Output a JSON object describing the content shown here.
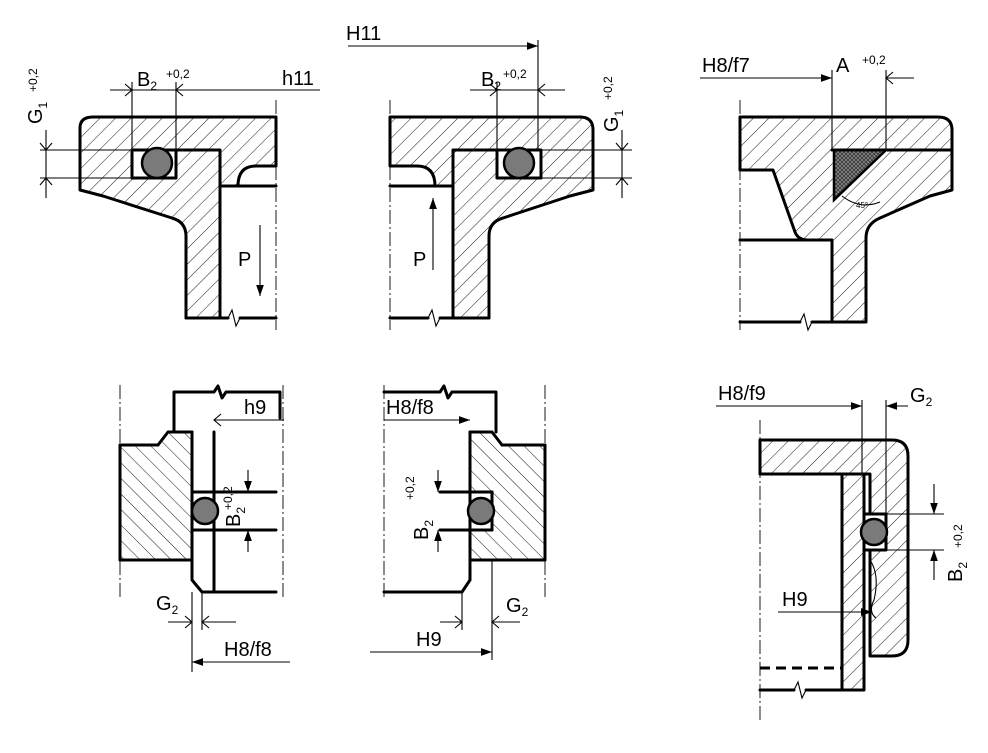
{
  "tl": {
    "g1": "G",
    "g1_sub": "1",
    "g1_tol": "+0,2",
    "b2": "B",
    "b2_sub": "2",
    "b2_tol": "+0,2",
    "h11": "h11",
    "p": "P"
  },
  "tm": {
    "h11": "H11",
    "b2": "B",
    "b2_sub": "2",
    "b2_tol": "+0,2",
    "g1": "G",
    "g1_sub": "1",
    "g1_tol": "+0,2",
    "p": "P"
  },
  "tr": {
    "fit": "H8/f7",
    "a": "A",
    "a_tol": "+0,2",
    "angle": "45°"
  },
  "bl": {
    "h9": "h9",
    "b2": "B",
    "b2_sub": "2",
    "b2_tol": "+0,2",
    "g2": "G",
    "g2_sub": "2",
    "fit": "H8/f8"
  },
  "bm": {
    "fit": "H8/f8",
    "b2": "B",
    "b2_sub": "2",
    "b2_tol": "+0,2",
    "g2": "G",
    "g2_sub": "2",
    "h9": "H9"
  },
  "br": {
    "fit": "H8/f9",
    "g2": "G",
    "g2_sub": "2",
    "b2": "B",
    "b2_sub": "2",
    "b2_tol": "+0,2",
    "h9": "H9"
  },
  "colors": {
    "line": "#000000",
    "ring_fill": "#7a7a7a",
    "background": "#ffffff"
  }
}
